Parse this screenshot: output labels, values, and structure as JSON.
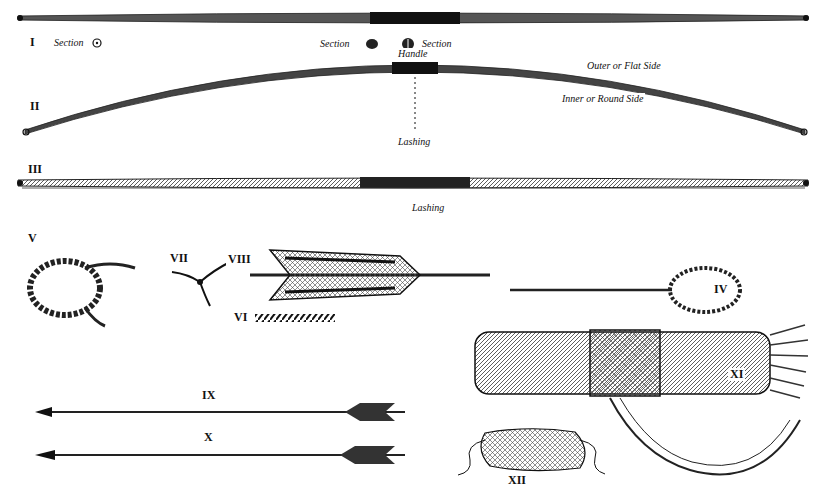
{
  "diagram": {
    "labels": [
      "I",
      "Section",
      "Section",
      "Section",
      "II",
      "Handle",
      "Outer or Flat Side",
      "Inner or Round Side",
      "Lashing",
      "III",
      "Lashing",
      "V",
      "VII",
      "VIII",
      "IV",
      "VI",
      "IX",
      "X",
      "XI",
      "XII"
    ]
  }
}
